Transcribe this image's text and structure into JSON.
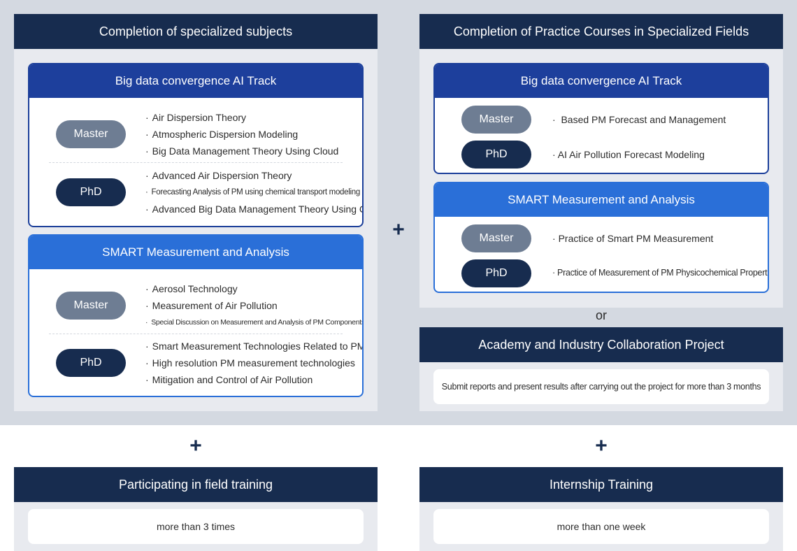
{
  "left_panel": {
    "title": "Completion of specialized subjects",
    "bigdata": {
      "title": "Big data convergence AI Track",
      "master_label": "Master",
      "master_items": [
        "Air Dispersion Theory",
        "Atmospheric Dispersion Modeling",
        "Big Data Management Theory Using Cloud"
      ],
      "phd_label": "PhD",
      "phd_items": [
        "Advanced Air Dispersion Theory",
        "Forecasting Analysis of PM using chemical transport modeling",
        "Advanced Big Data Management Theory Using Cloud"
      ]
    },
    "smart": {
      "title": "SMART Measurement and Analysis",
      "master_label": "Master",
      "master_items": [
        "Aerosol Technology",
        "Measurement of Air Pollution",
        "Special Discussion on Measurement and Analysis of PM Components"
      ],
      "phd_label": "PhD",
      "phd_items": [
        "Smart Measurement Technologies Related to PM",
        "High resolution PM measurement technologies",
        "Mitigation and Control of Air Pollution"
      ]
    }
  },
  "right_panel": {
    "title": "Completion of Practice Courses in Specialized Fields",
    "bigdata": {
      "title": "Big data convergence AI Track",
      "master_label": "Master",
      "master_item": "Based PM Forecast and Management",
      "phd_label": "PhD",
      "phd_item": "AI Air Pollution Forecast Modeling"
    },
    "smart": {
      "title": "SMART Measurement and Analysis",
      "master_label": "Master",
      "master_item": "Practice of Smart PM Measurement",
      "phd_label": "PhD",
      "phd_item": "Practice of Measurement of PM Physicochemical Properties"
    }
  },
  "connectors": {
    "plus": "+",
    "or": "or"
  },
  "academy": {
    "title": "Academy and  Industry Collaboration Project",
    "text": "Submit reports and present results after carrying out the project for more than 3 months"
  },
  "field_training": {
    "title": "Participating in field training",
    "text": "more than 3 times"
  },
  "internship": {
    "title": "Internship Training",
    "text": "more than one week"
  },
  "colors": {
    "navy": "#172c4f",
    "track_blue": "#1d3f9c",
    "smart_blue": "#2a6fd8",
    "master_grey": "#6e7d93",
    "panel_bg": "#e8eaef"
  }
}
